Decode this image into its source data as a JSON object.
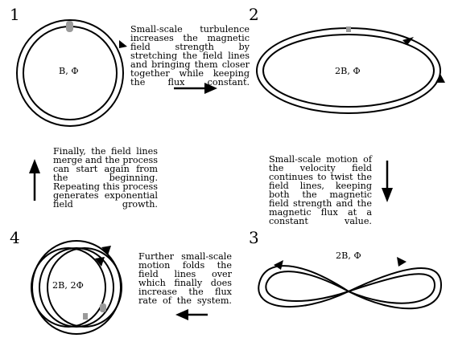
{
  "steps": [
    {
      "number": "1",
      "label": "B, Φ",
      "caption": "Small-scale turbulence increases the magnetic field strength by stretching the field lines and bringing them closer together while keeping the flux constant."
    },
    {
      "number": "2",
      "label": "2B, Φ",
      "caption": "Small-scale motion of the velocity field continues to twist the field lines, keeping both the magnetic field strength and the magnetic flux at a constant value."
    },
    {
      "number": "3",
      "label": "2B, Φ",
      "caption": "Further small-scale motion folds the field lines over which finally does increase the flux rate of the system."
    },
    {
      "number": "4",
      "label": "2B, 2Φ",
      "caption": "Finally, the field lines merge and the process can start again from the beginning. Repeating this process generates exponential field growth."
    }
  ]
}
